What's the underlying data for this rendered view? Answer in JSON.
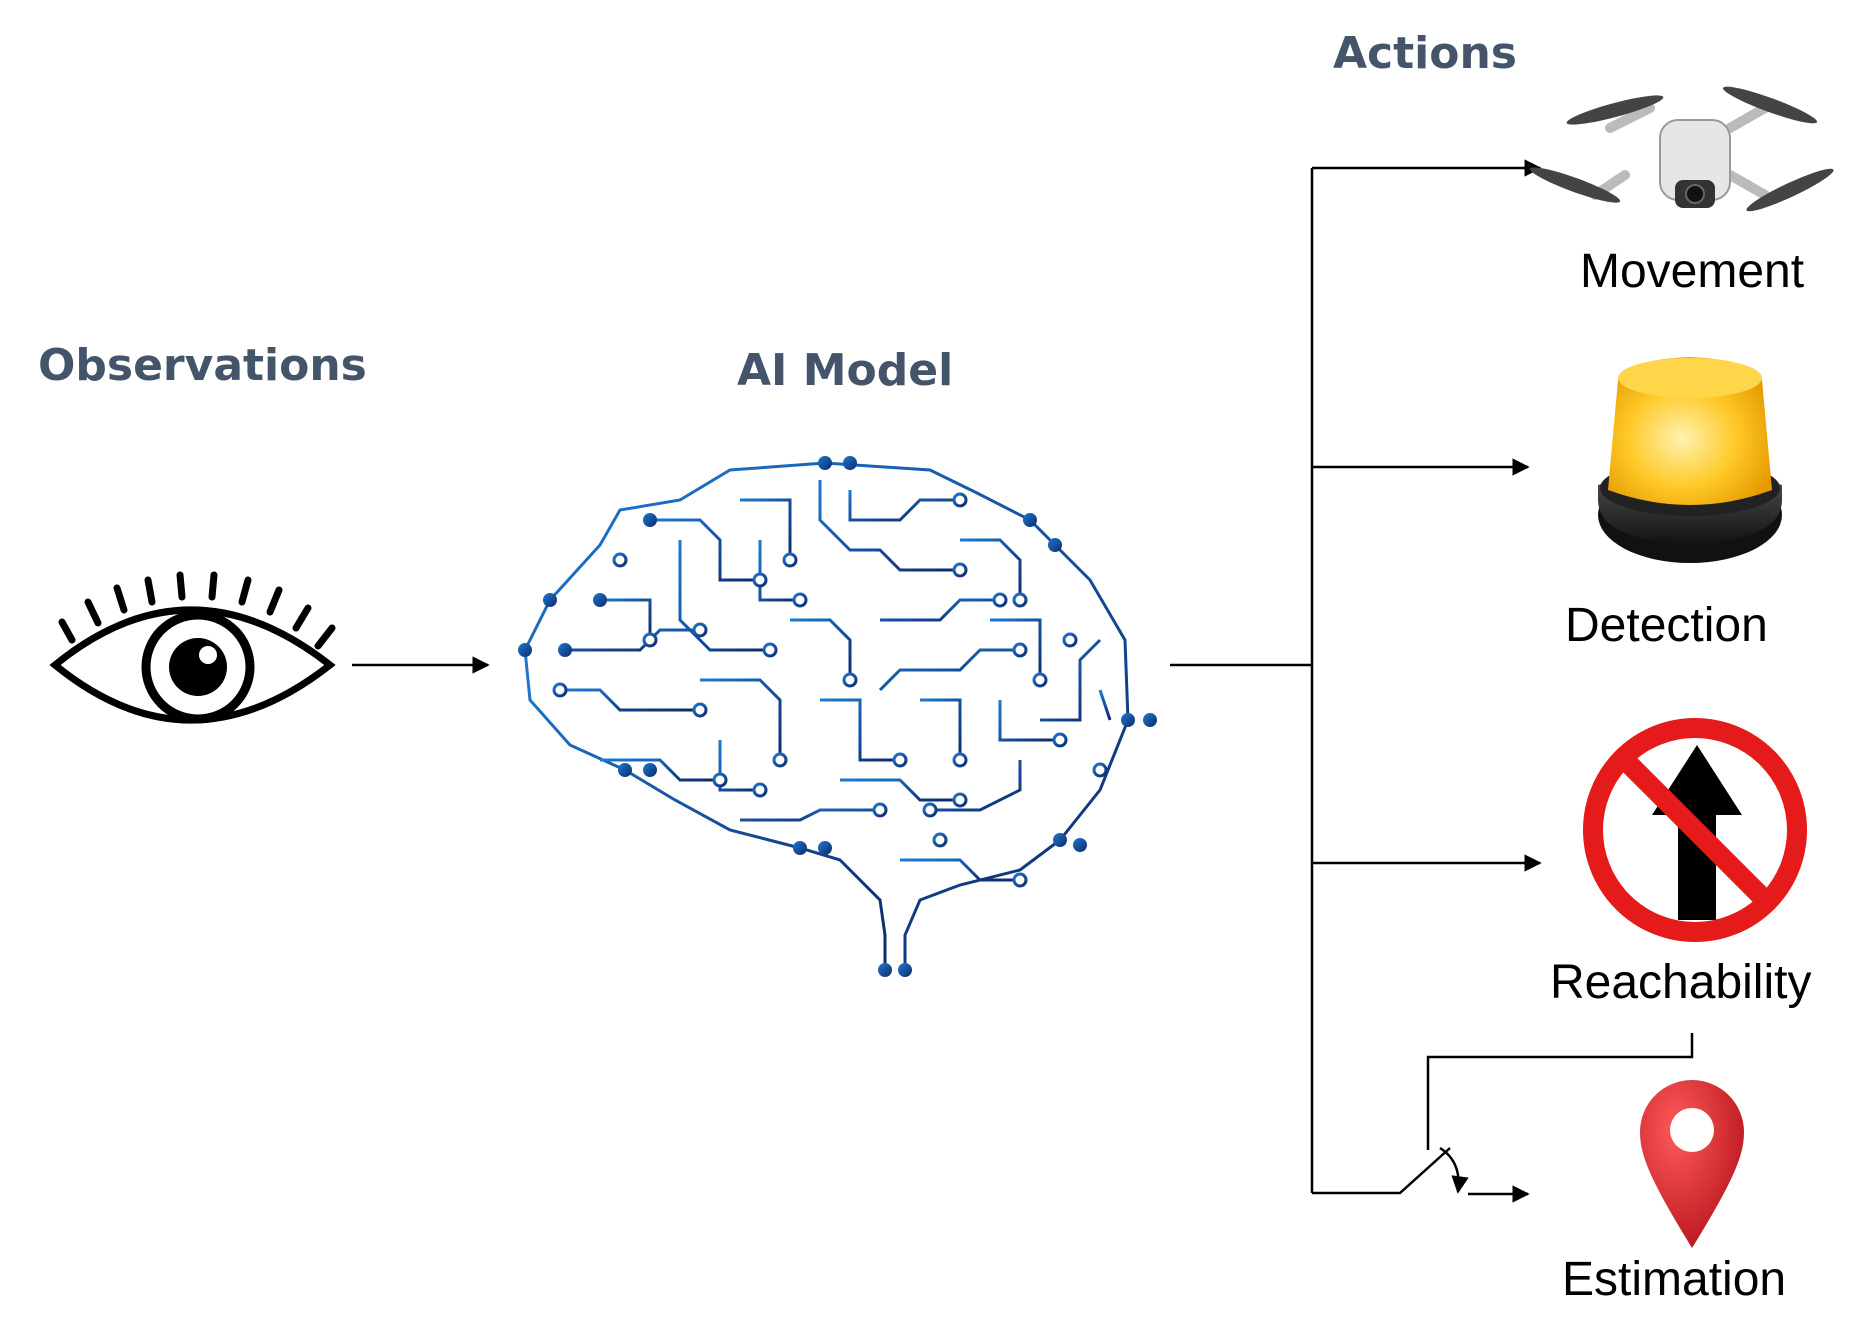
{
  "headings": {
    "observations": "Observations",
    "ai_model": "AI Model",
    "actions": "Actions"
  },
  "actions": [
    {
      "label": "Movement",
      "icon": "drone-icon"
    },
    {
      "label": "Detection",
      "icon": "alarm-light-icon"
    },
    {
      "label": "Reachability",
      "icon": "no-entry-sign-icon"
    },
    {
      "label": "Estimation",
      "icon": "location-pin-icon"
    }
  ],
  "colors": {
    "heading": "#44546a",
    "circuit_light": "#1f78d1",
    "circuit_dark": "#0d2a6b",
    "alarm": "#f5b400",
    "sign_red": "#e51b1b",
    "pin_red": "#d9232b"
  }
}
